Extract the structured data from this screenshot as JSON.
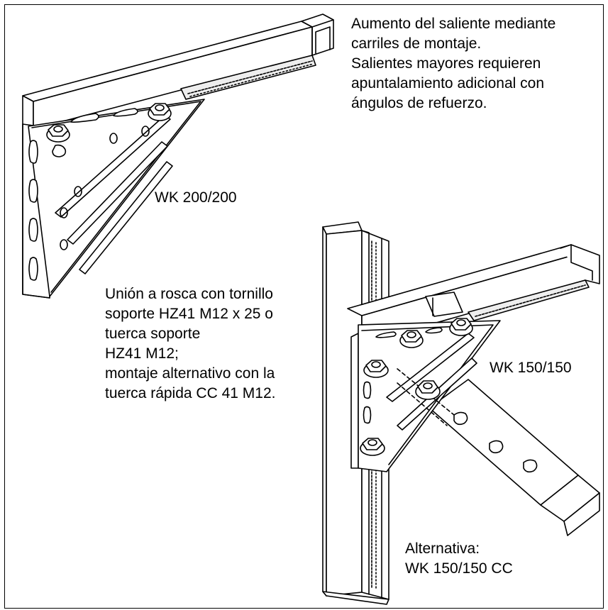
{
  "notes": {
    "top": [
      "Aumento del saliente mediante",
      "carriles de montaje.",
      "Salientes mayores requieren",
      "apuntalamiento adicional con",
      "ángulos de refuerzo."
    ],
    "left": [
      "Unión a rosca con tornillo",
      "soporte HZ41 M12 x 25 o",
      "tuerca soporte",
      "HZ41 M12;",
      "montaje alternativo con la",
      "tuerca rápida CC 41 M12."
    ],
    "bottom": [
      "Alternativa:",
      "WK 150/150 CC"
    ]
  },
  "labels": {
    "upper_bracket": "WK 200/200",
    "lower_bracket": "WK 150/150"
  },
  "colors": {
    "line": "#000000",
    "background": "#ffffff",
    "metal": "#ffffff",
    "shadow": "#d9d9d9"
  }
}
